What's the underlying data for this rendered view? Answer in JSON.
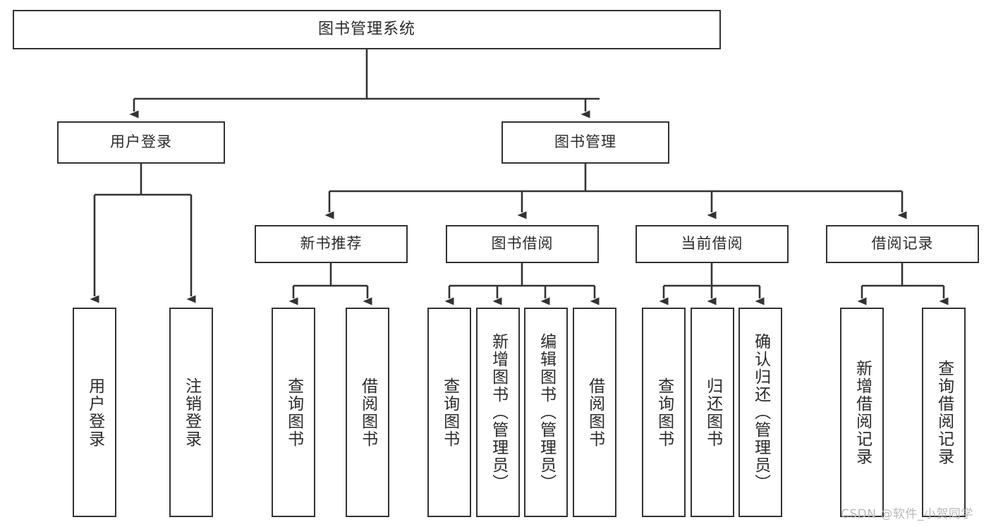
{
  "diagram": {
    "title": "图书管理系统",
    "type": "tree",
    "background_color": "#ffffff",
    "line_color": "#333333",
    "box_fill": "#ffffff",
    "text_color": "#2b2b2b"
  },
  "nodes": {
    "root": {
      "label": "图书管理系统",
      "level": 0
    },
    "user_login": {
      "label": "用户登录",
      "level": 1
    },
    "book_manage": {
      "label": "图书管理",
      "level": 1
    },
    "new_book_rec": {
      "label": "新书推荐",
      "level": 2
    },
    "book_borrow": {
      "label": "图书借阅",
      "level": 2
    },
    "current_borrow": {
      "label": "当前借阅",
      "level": 2
    },
    "borrow_record": {
      "label": "借阅记录",
      "level": 2
    },
    "leaf_user_login": {
      "label": "用户登录",
      "level": 2
    },
    "leaf_logout": {
      "label": "注销登录",
      "level": 2
    },
    "leaf_query_book_1": {
      "label": "查询图书",
      "level": 3
    },
    "leaf_borrow_book_1": {
      "label": "借阅图书",
      "level": 3
    },
    "leaf_query_book_2": {
      "label": "查询图书",
      "level": 3
    },
    "leaf_add_book": {
      "label": "新增图书（管理员）",
      "level": 3
    },
    "leaf_edit_book": {
      "label": "编辑图书（管理员）",
      "level": 3
    },
    "leaf_borrow_book_2": {
      "label": "借阅图书",
      "level": 3
    },
    "leaf_query_book_3": {
      "label": "查询图书",
      "level": 3
    },
    "leaf_return_book": {
      "label": "归还图书",
      "level": 3
    },
    "leaf_confirm_return": {
      "label": "确认归还（管理员）",
      "level": 3
    },
    "leaf_add_record": {
      "label": "新增借阅记录",
      "level": 3
    },
    "leaf_query_record": {
      "label": "查询借阅记录",
      "level": 3
    }
  },
  "watermark": {
    "text": "CSDN @软件_小贺同学"
  }
}
